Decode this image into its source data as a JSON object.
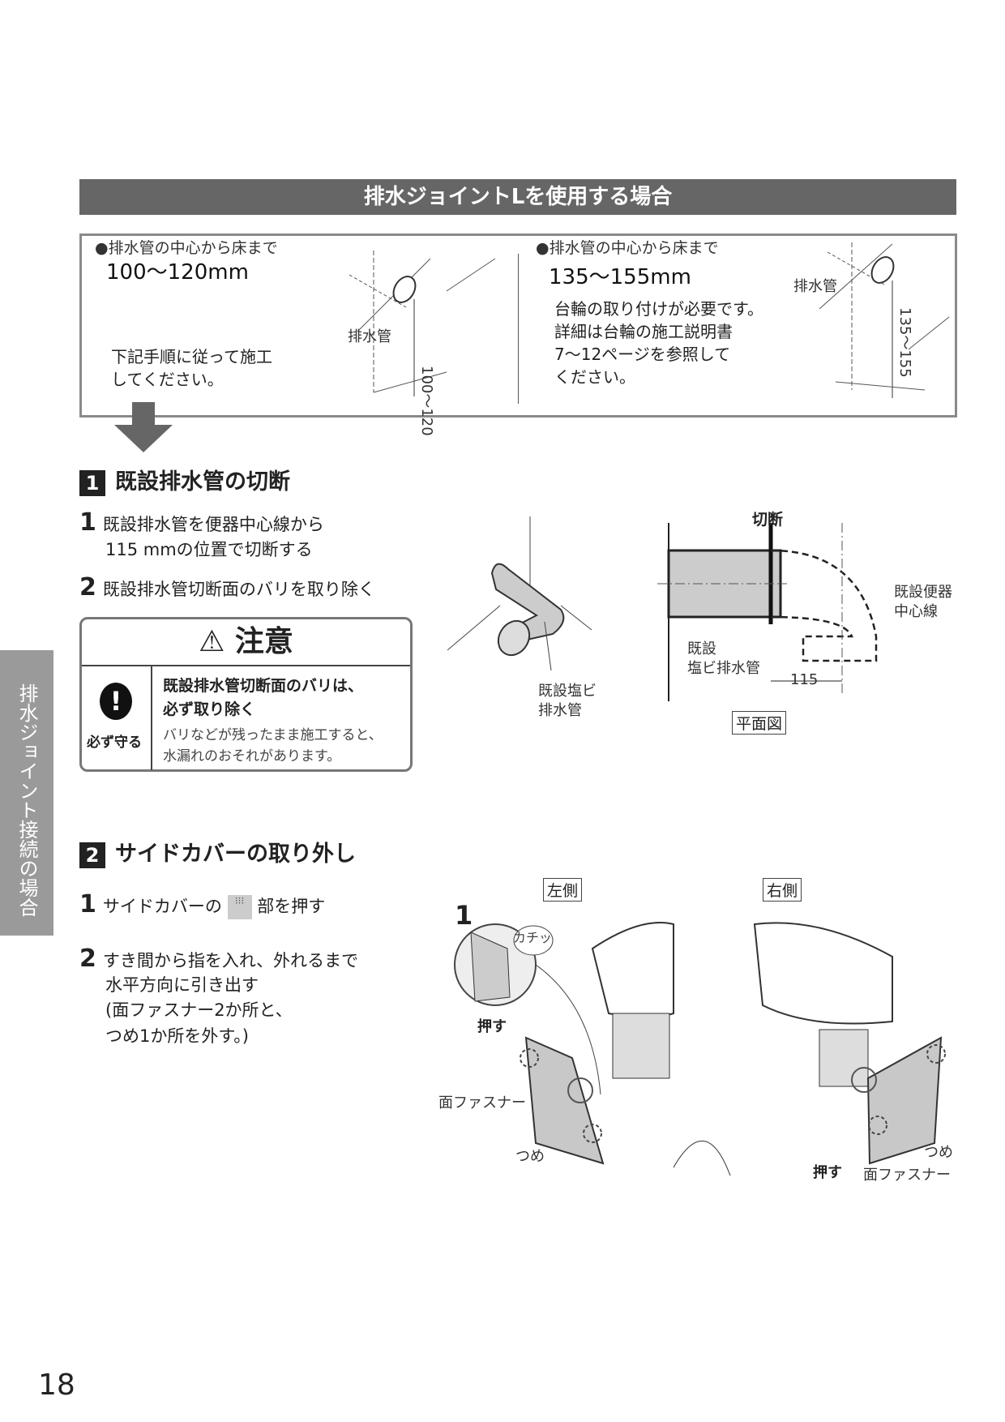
{
  "header": {
    "title": "排水ジョイントLを使用する場合"
  },
  "conditions": {
    "left": {
      "bullet": "●排水管の中心から床まで",
      "range": "100〜120mm",
      "note": [
        "下記手順に従って施工",
        "してください。"
      ],
      "pipe_label": "排水管",
      "dim": "100〜120"
    },
    "right": {
      "bullet": "●排水管の中心から床まで",
      "range": "135〜155mm",
      "note": [
        "台輪の取り付けが必要です。",
        "詳細は台輪の施工説明書",
        "7〜12ページを参照して",
        "ください。"
      ],
      "pipe_label": "排水管",
      "dim": "135〜155"
    }
  },
  "section1": {
    "num": "1",
    "title": "既設排水管の切断",
    "steps": [
      {
        "n": "1",
        "lines": [
          "既設排水管を便器中心線から",
          "115 mmの位置で切断する"
        ]
      },
      {
        "n": "2",
        "lines": [
          "既設排水管切断面のバリを取り除く"
        ]
      }
    ],
    "caution": {
      "title": "注意",
      "must": "必ず守る",
      "bold": [
        "既設排水管切断面のバリは、",
        "必ず取り除く"
      ],
      "text": [
        "バリなどが残ったまま施工すると、",
        "水漏れのおそれがあります。"
      ]
    },
    "diagram": {
      "pipe_label": [
        "既設塩ビ",
        "排水管"
      ],
      "cut": "切断",
      "existing": [
        "既設",
        "塩ビ排水管"
      ],
      "center": [
        "既設便器",
        "中心線"
      ],
      "dim": "115",
      "view": "平面図"
    }
  },
  "section2": {
    "num": "2",
    "title": "サイドカバーの取り外し",
    "step1": {
      "n": "1",
      "pre": "サイドカバーの",
      "post": "部を押す"
    },
    "step2": {
      "n": "2",
      "lines": [
        "すき間から指を入れ、外れるまで",
        "水平方向に引き出す",
        "(面ファスナー2か所と、",
        "つめ1か所を外す。)"
      ]
    },
    "diagram": {
      "left": "左側",
      "right": "右側",
      "step": "1",
      "click": "カチッ",
      "push": "押す",
      "fastener": "面ファスナー",
      "claw": "つめ",
      "push2": "押す",
      "fastener2": "面ファスナー",
      "claw2": "つめ"
    }
  },
  "side_tab": "排水ジョイント接続の場合",
  "page_number": "18"
}
